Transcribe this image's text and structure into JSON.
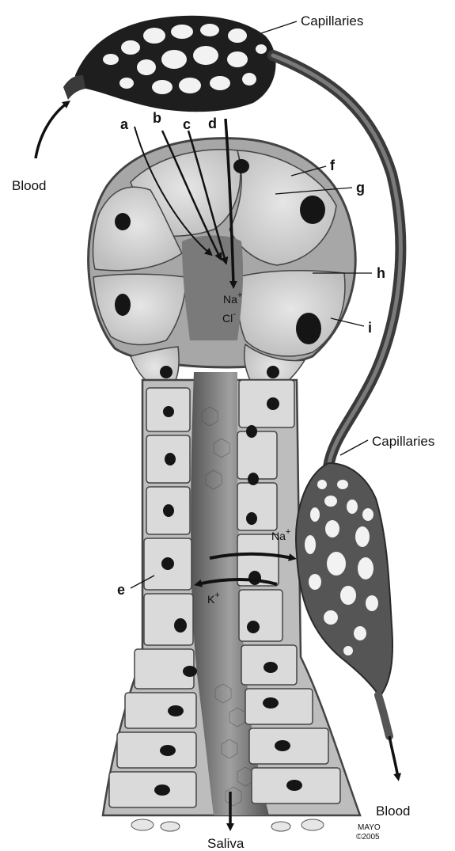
{
  "labels": {
    "capillaries_top": "Capillaries",
    "capillaries_right": "Capillaries",
    "blood_in": "Blood",
    "blood_out": "Blood",
    "saliva": "Saliva",
    "a": "a",
    "b": "b",
    "c": "c",
    "d": "d",
    "e": "e",
    "f": "f",
    "g": "g",
    "h": "h",
    "i": "i"
  },
  "ions": {
    "na_top": "Na",
    "na_top_charge": "+",
    "cl_top": "Cl",
    "cl_top_charge": "-",
    "na_duct": "Na",
    "na_duct_charge": "+",
    "k_duct": "K",
    "k_duct_charge": "+"
  },
  "credit": {
    "line1": "MAYO",
    "line2": "©2005"
  },
  "colors": {
    "cell_fill": "#d8d8d8",
    "nucleus": "#151515",
    "lumen": "#7a7a7a",
    "vessel": "#2a2a2a"
  }
}
